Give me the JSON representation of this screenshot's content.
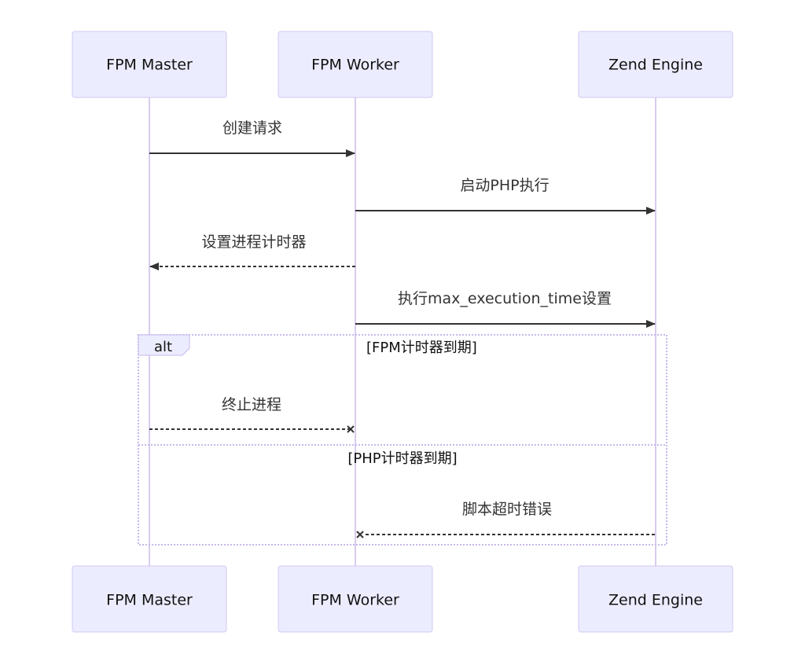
{
  "participants": [
    {
      "name": "FPM Master"
    },
    {
      "name": "FPM Worker"
    },
    {
      "name": "Zend Engine"
    }
  ],
  "messages": [
    {
      "from": "FPM Master",
      "to": "FPM Worker",
      "label": "创建请求",
      "style": "solid",
      "head": "arrow"
    },
    {
      "from": "FPM Worker",
      "to": "Zend Engine",
      "label": "启动PHP执行",
      "style": "solid",
      "head": "arrow"
    },
    {
      "from": "FPM Worker",
      "to": "FPM Master",
      "label": "设置进程计时器",
      "style": "dashed",
      "head": "arrow"
    },
    {
      "from": "FPM Worker",
      "to": "Zend Engine",
      "label": "执行max_execution_time设置",
      "style": "solid",
      "head": "arrow"
    },
    {
      "from": "FPM Master",
      "to": "FPM Worker",
      "label": "终止进程",
      "style": "dashed",
      "head": "cross"
    },
    {
      "from": "Zend Engine",
      "to": "FPM Worker",
      "label": "脚本超时错误",
      "style": "dashed",
      "head": "cross"
    }
  ],
  "alt_block": {
    "keyword": "alt",
    "conditions": [
      "[FPM计时器到期]",
      "[PHP计时器到期]"
    ]
  },
  "colors": {
    "actor_fill": "#ececff",
    "actor_stroke": "#d2c9f0",
    "lifeline": "#d9ccee",
    "message": "#333333",
    "alt_border": "#c8b8ec"
  }
}
